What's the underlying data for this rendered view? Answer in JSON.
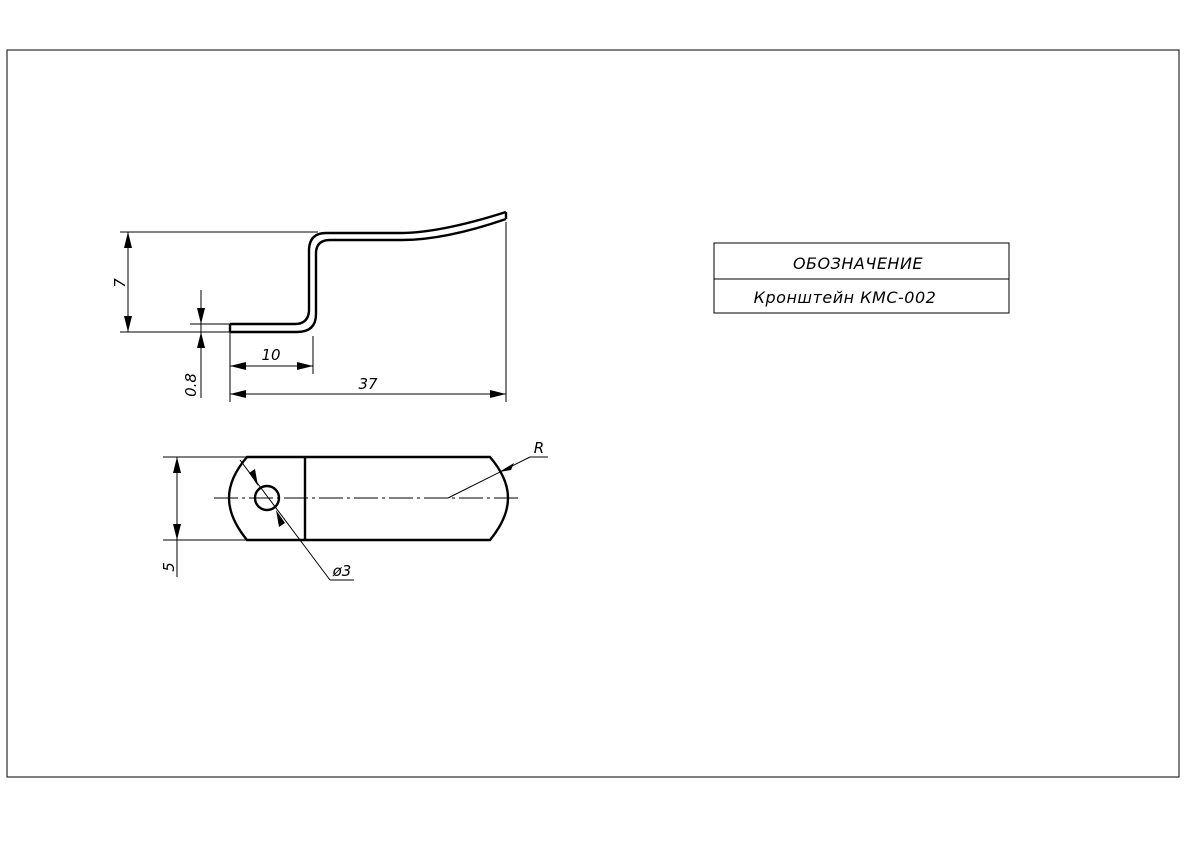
{
  "title_block": {
    "header": "ОБОЗНАЧЕНИЕ",
    "part_name": "Кронштейн КМС-002"
  },
  "side_view": {
    "dim_height": "7",
    "dim_thickness": "0.8",
    "dim_flat_length": "10",
    "dim_total_length": "37"
  },
  "top_view": {
    "dim_width": "5",
    "dim_hole": "ø3",
    "dim_radius": "R"
  }
}
